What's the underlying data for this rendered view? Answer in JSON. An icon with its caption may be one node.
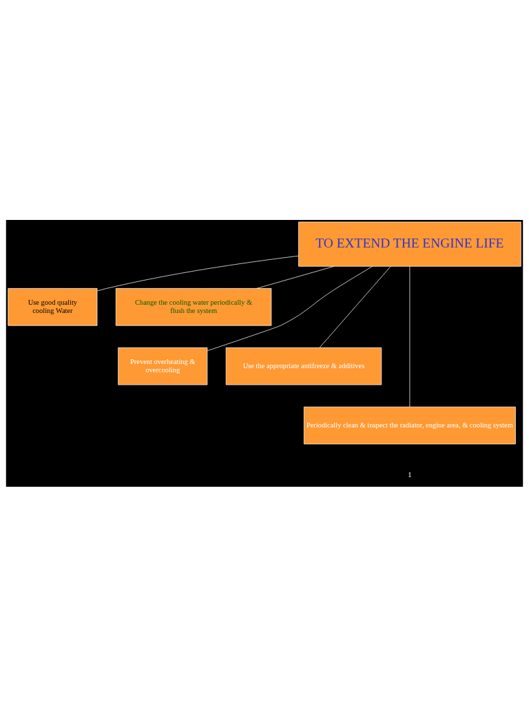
{
  "diagram": {
    "nodes": [
      {
        "text": [
          "TO EXTEND THE ENGINE LIFE"
        ]
      },
      {
        "text": [
          "Use good quality cooling Water"
        ]
      },
      {
        "text": [
          "Change the cooling water periodically & flush the system"
        ]
      },
      {
        "text": [
          "Prevent overheating & overcooling"
        ]
      },
      {
        "text": [
          "Use the appropriate antifreeze & additives"
        ]
      },
      {
        "text": [
          "Periodically clean & inspect the radiator, engine area, & cooling system"
        ]
      }
    ],
    "edges": [
      {
        "from": 0,
        "to": 1,
        "arrow": "none"
      },
      {
        "from": 0,
        "to": 2,
        "arrow": "none"
      },
      {
        "from": 0,
        "to": 3,
        "arrow": "none"
      },
      {
        "from": 0,
        "to": 4,
        "arrow": "none"
      },
      {
        "from": 0,
        "to": 5,
        "arrow": "none"
      }
    ],
    "labels": [
      "1"
    ]
  }
}
